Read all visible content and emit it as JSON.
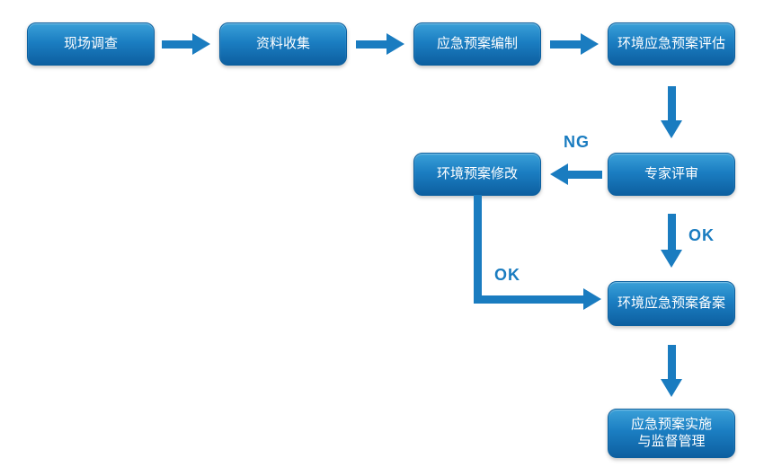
{
  "flowchart": {
    "nodes": {
      "site_survey": "现场调查",
      "data_collection": "资料收集",
      "plan_compilation": "应急预案编制",
      "plan_assessment": "环境应急预案评估",
      "expert_review": "专家评审",
      "plan_revision": "环境预案修改",
      "plan_filing": "环境应急预案备案",
      "implementation_line1": "应急预案实施",
      "implementation_line2": "与监督管理"
    },
    "edge_labels": {
      "ng": "NG",
      "ok_review_to_filing": "OK",
      "ok_revision_to_filing": "OK"
    },
    "colors": {
      "box_gradient_top": "#3aa0d8",
      "box_gradient_bottom": "#0d5fa0",
      "arrow": "#1a7cc0",
      "edge_label": "#1a7cc0",
      "background": "#ffffff"
    }
  }
}
